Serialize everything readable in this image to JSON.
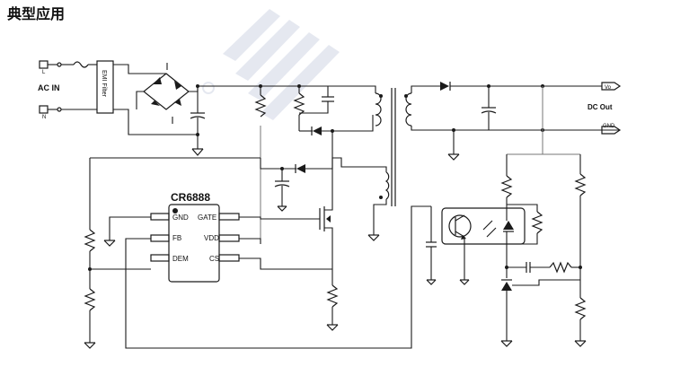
{
  "page": {
    "title": "典型应用"
  },
  "input": {
    "label": "AC IN",
    "line_pin": "L",
    "neutral_pin": "N",
    "filter_label": "EMI Filter"
  },
  "output": {
    "vo_port": "Vo",
    "gnd_port": "GND",
    "label": "DC Out"
  },
  "ic": {
    "name": "CR6888",
    "pins": [
      "GND",
      "FB",
      "DEM",
      "GATE",
      "VDD",
      "CS"
    ]
  },
  "colors": {
    "wire": "#1a1a1a",
    "watermark": "#e3e6ef"
  }
}
